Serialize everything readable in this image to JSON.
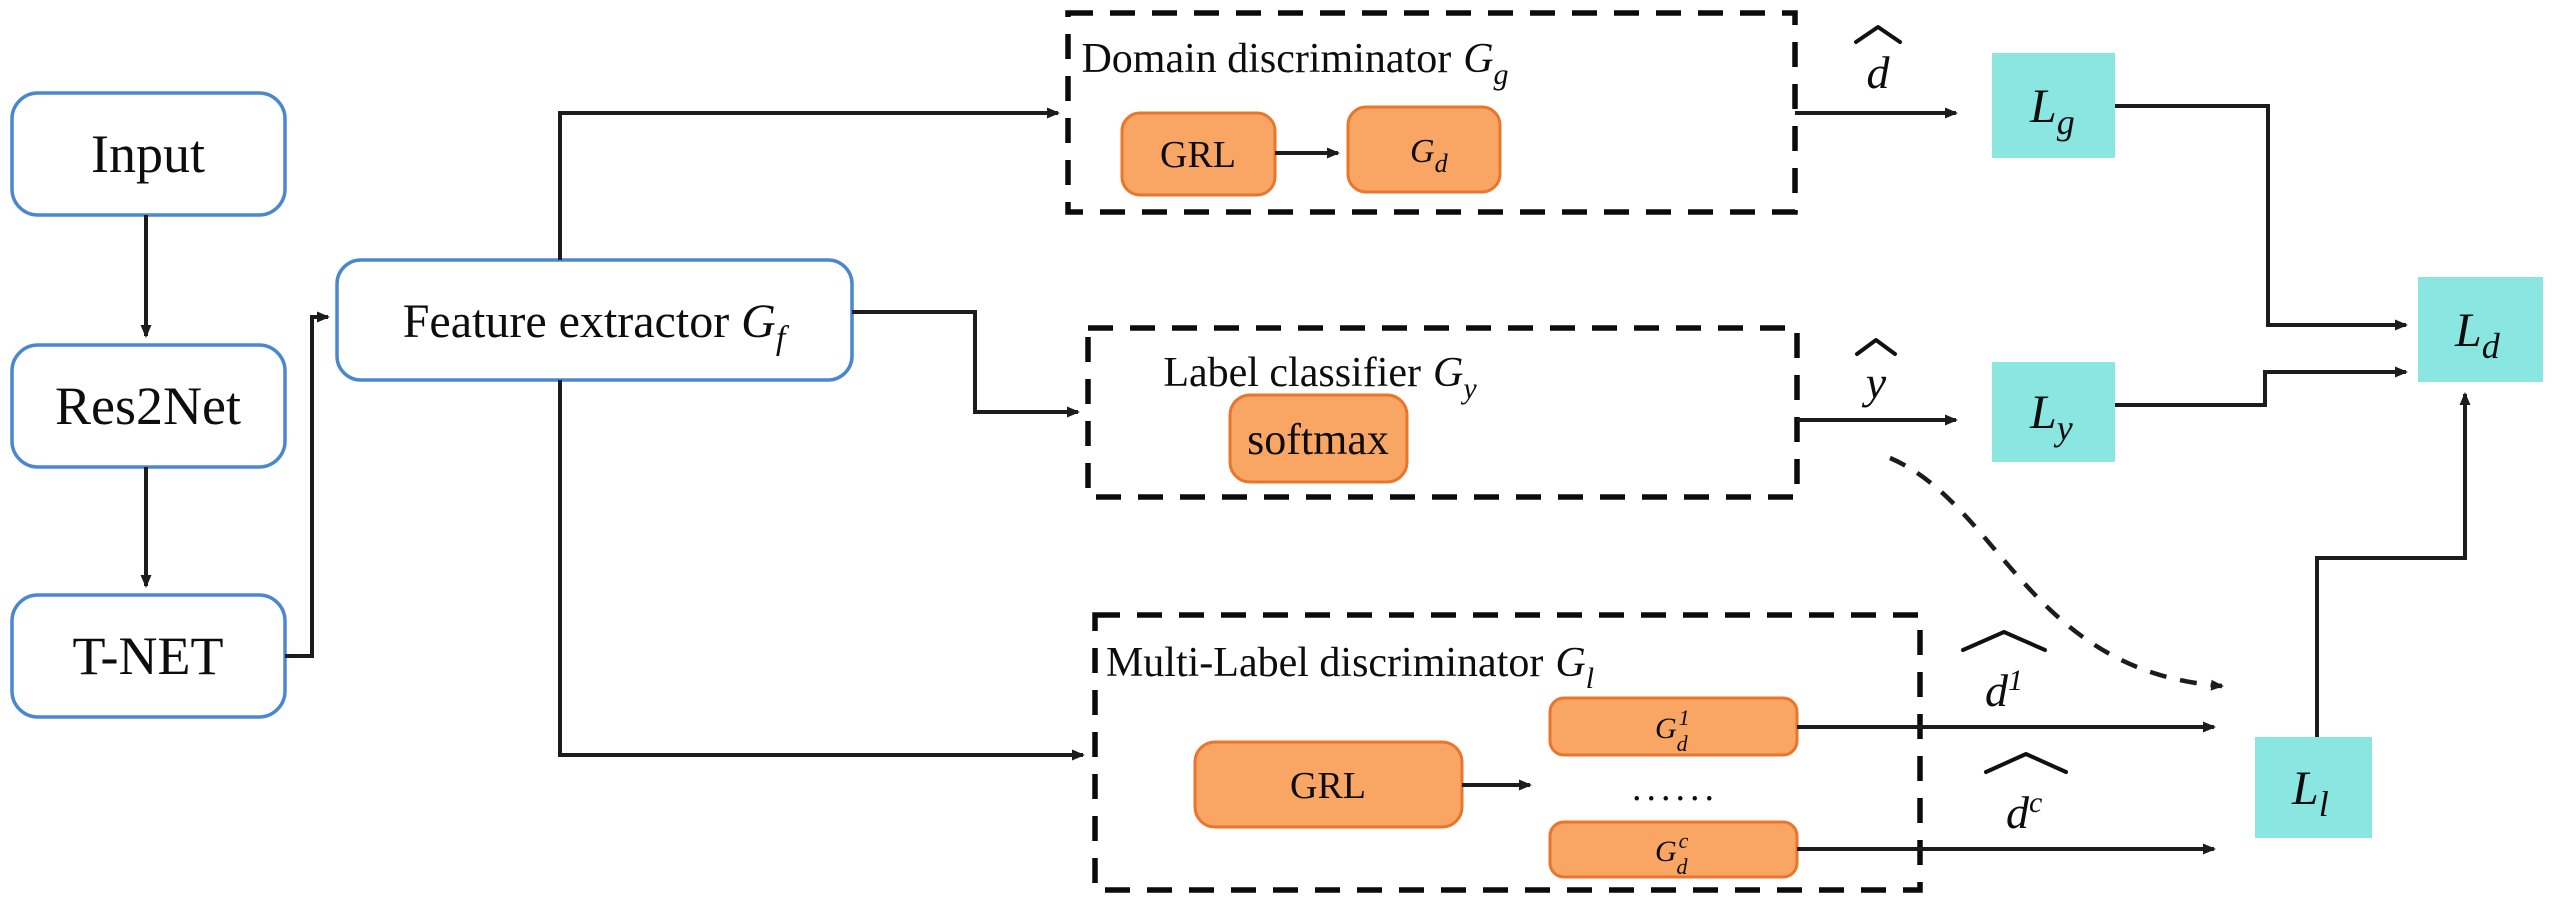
{
  "colors": {
    "blue_border": "#4B87CE",
    "orange_fill": "#F9A563",
    "orange_border": "#E8762C",
    "cyan_fill": "#8AE6E0",
    "line": "#1c1c1c"
  },
  "pipeline": {
    "input": "Input",
    "res2net": "Res2Net",
    "tnet": "T-NET",
    "feature": {
      "label": "Feature extractor",
      "symbol": "G",
      "sub": "f"
    }
  },
  "domain_discriminator": {
    "title": "Domain discriminator",
    "symbol": "G",
    "sub": "g",
    "grl": "GRL",
    "gd": {
      "symbol": "G",
      "sub": "d"
    }
  },
  "label_classifier": {
    "title": "Label classifier",
    "symbol": "G",
    "sub": "y",
    "softmax": "softmax"
  },
  "multi_label_discriminator": {
    "title": "Multi-Label discriminator",
    "symbol": "G",
    "sub": "l",
    "grl": "GRL",
    "gd1": {
      "symbol": "G",
      "sub": "d",
      "sup": "1"
    },
    "dots": "......",
    "gdc": {
      "symbol": "G",
      "sub": "d",
      "sup": "c"
    }
  },
  "outputs": {
    "d_hat": "d",
    "y_hat": "y",
    "d1": {
      "letter": "d",
      "sup": "1"
    },
    "dc": {
      "letter": "d",
      "sup": "c"
    }
  },
  "losses": {
    "lg": {
      "letter": "L",
      "sub": "g"
    },
    "ly": {
      "letter": "L",
      "sub": "y"
    },
    "ll": {
      "letter": "L",
      "sub": "l"
    },
    "ld": {
      "letter": "L",
      "sub": "d"
    }
  }
}
